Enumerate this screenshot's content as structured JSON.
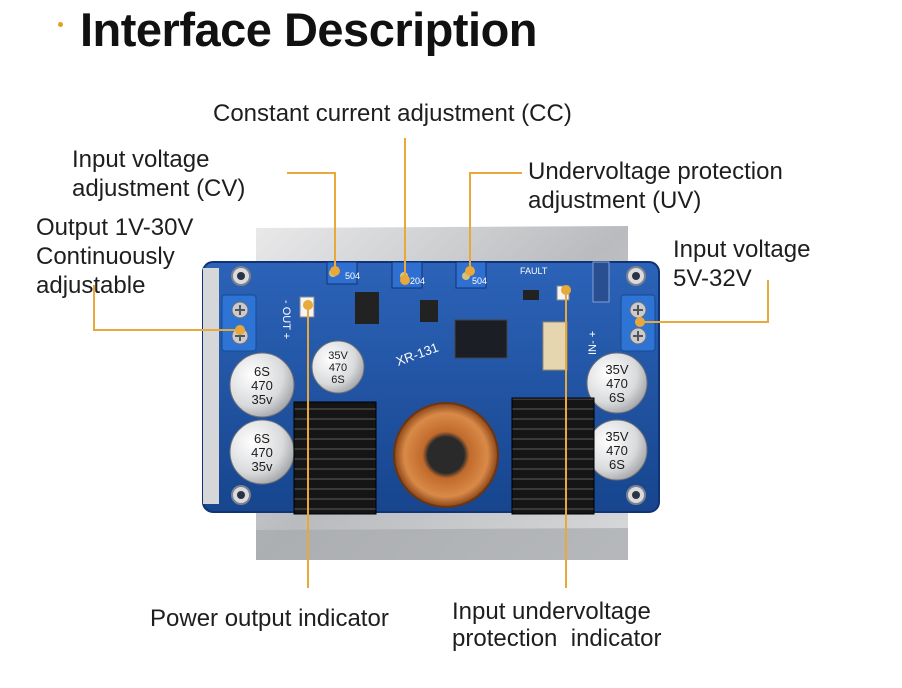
{
  "title": "Interface Description",
  "colors": {
    "accent_line": "#e8a83a",
    "pcb_blue": "#1d4f9e",
    "heatsink": "#1b1b1b",
    "title_dot": "#e0a020"
  },
  "labels": {
    "cc": "Constant current adjustment (CC)",
    "cv": [
      "Input voltage",
      "adjustment (CV)"
    ],
    "uv": [
      "Undervoltage protection",
      "adjustment (UV)"
    ],
    "output": [
      "Output 1V-30V",
      "Continuously",
      "adjustable"
    ],
    "input": [
      "Input voltage",
      "5V-32V"
    ],
    "power_led": "Power output indicator",
    "uv_led": [
      "Input undervoltage",
      "protection  indicator"
    ]
  },
  "board": {
    "model": "XR-131",
    "capacitor": [
      "6S",
      "470",
      "35v"
    ],
    "capacitor_alt": [
      "35V",
      "470",
      "6S"
    ],
    "out_terminal": "- OUT +",
    "in_terminal": "IN- +",
    "pot_codes": [
      "504",
      "204",
      "504"
    ],
    "fault_mark": "FAULT"
  }
}
